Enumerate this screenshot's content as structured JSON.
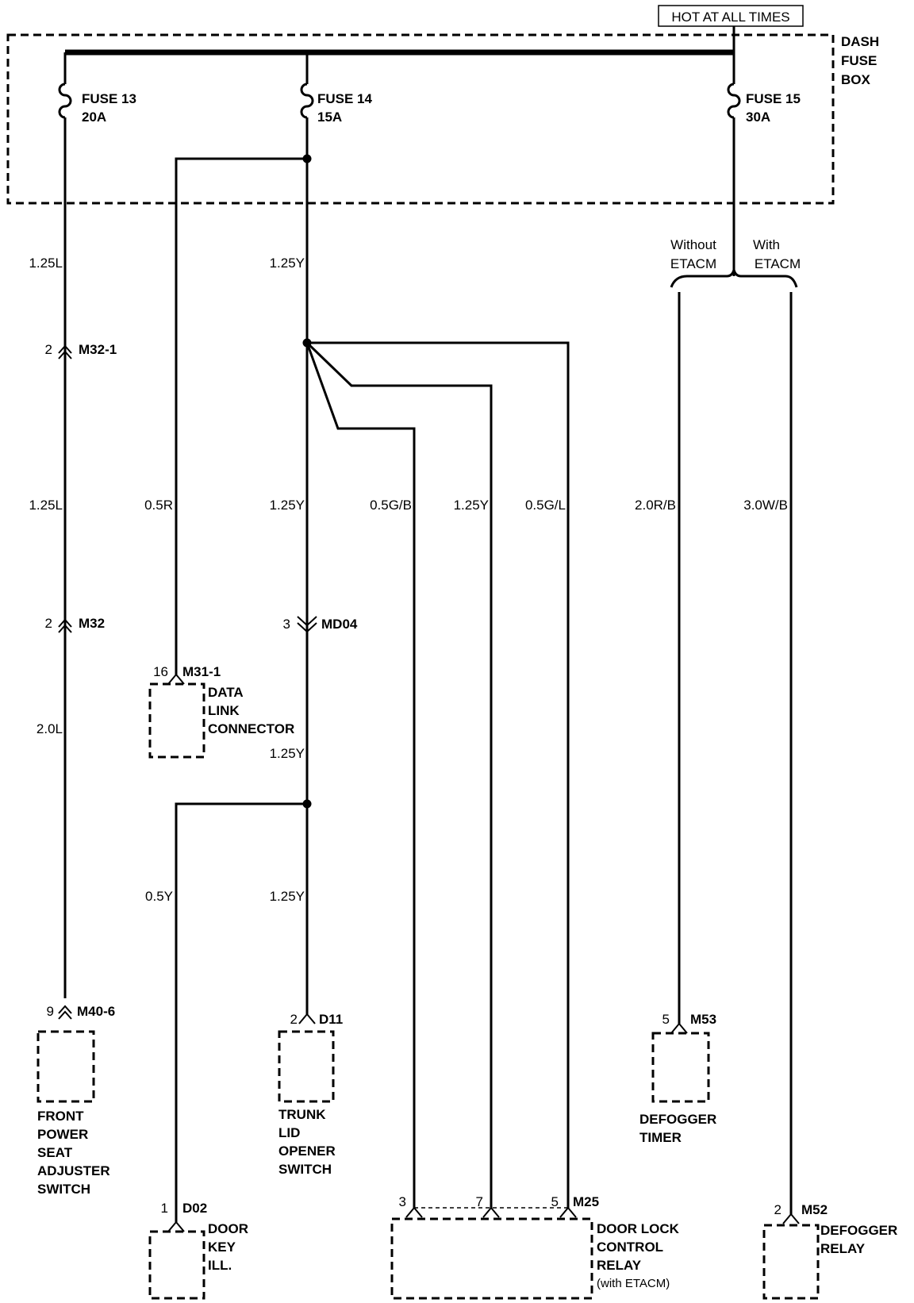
{
  "header": {
    "hot_label": "HOT AT ALL TIMES"
  },
  "fuse_box": {
    "line1": "DASH",
    "line2": "FUSE",
    "line3": "BOX"
  },
  "fuses": [
    {
      "name": "FUSE 13",
      "rating": "20A"
    },
    {
      "name": "FUSE 14",
      "rating": "15A"
    },
    {
      "name": "FUSE 15",
      "rating": "30A"
    }
  ],
  "option_labels": {
    "without_1": "Without",
    "without_2": "ETACM",
    "with_1": "With",
    "with_2": "ETACM"
  },
  "wire_labels": {
    "fuse13_top": "1.25L",
    "fuse13_mid": "1.25L",
    "fuse13_low": "2.0L",
    "fuse14_top": "1.25Y",
    "dlc_wire": "0.5R",
    "fuse14_mid": "1.25Y",
    "relay3_wire": "0.5G/B",
    "relay7_wire": "1.25Y",
    "relay5_wire": "0.5G/L",
    "timer_wire": "2.0R/B",
    "relay_defog_wire": "3.0W/B",
    "fuse14_below_md04": "1.25Y",
    "door_key_wire": "0.5Y",
    "trunk_wire": "1.25Y"
  },
  "connectors": {
    "m32_1": {
      "pin": "2",
      "name": "M32-1"
    },
    "m32": {
      "pin": "2",
      "name": "M32"
    },
    "md04": {
      "pin": "3",
      "name": "MD04"
    },
    "m31_1": {
      "pin": "16",
      "name": "M31-1"
    },
    "m40_6": {
      "pin": "9",
      "name": "M40-6"
    },
    "d11": {
      "pin": "2",
      "name": "D11"
    },
    "m53": {
      "pin": "5",
      "name": "M53"
    },
    "d02": {
      "pin": "1",
      "name": "D02"
    },
    "m25": {
      "pin3": "3",
      "pin7": "7",
      "pin5": "5",
      "name": "M25"
    },
    "m52": {
      "pin": "2",
      "name": "M52"
    }
  },
  "components": {
    "data_link": [
      "DATA",
      "LINK",
      "CONNECTOR"
    ],
    "seat_switch": [
      "FRONT",
      "POWER",
      "SEAT",
      "ADJUSTER",
      "SWITCH"
    ],
    "trunk_switch": [
      "TRUNK",
      "LID",
      "OPENER",
      "SWITCH"
    ],
    "defog_timer": [
      "DEFOGGER",
      "TIMER"
    ],
    "door_key": [
      "DOOR",
      "KEY",
      "ILL."
    ],
    "door_lock_relay": [
      "DOOR LOCK",
      "CONTROL",
      "RELAY",
      "(with ETACM)"
    ],
    "defog_relay": [
      "DEFOGGER",
      "RELAY"
    ]
  }
}
